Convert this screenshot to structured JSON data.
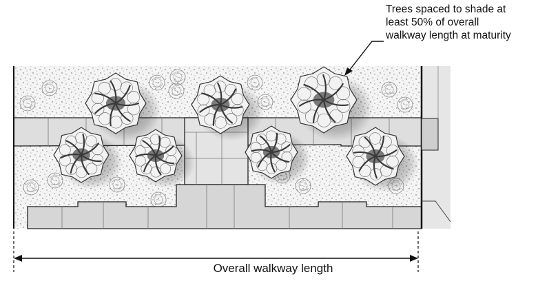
{
  "annotation": {
    "lines": [
      "Trees spaced to shade at",
      "least 50% of overall",
      "walkway length at maturity"
    ]
  },
  "dimension": {
    "label": "Overall walkway length"
  },
  "trees": [
    {
      "name": "tree-canopy-1"
    },
    {
      "name": "tree-canopy-2"
    },
    {
      "name": "tree-canopy-3"
    },
    {
      "name": "tree-canopy-4"
    },
    {
      "name": "tree-canopy-5"
    },
    {
      "name": "tree-canopy-6"
    },
    {
      "name": "tree-canopy-7"
    },
    {
      "name": "tree-canopy-8"
    }
  ],
  "colors": {
    "paving": "#dcdcdc",
    "paving_dark": "#c8c8c8",
    "canopy": "#f2f2f2",
    "branch": "#3a3a3a",
    "line": "#111111"
  }
}
